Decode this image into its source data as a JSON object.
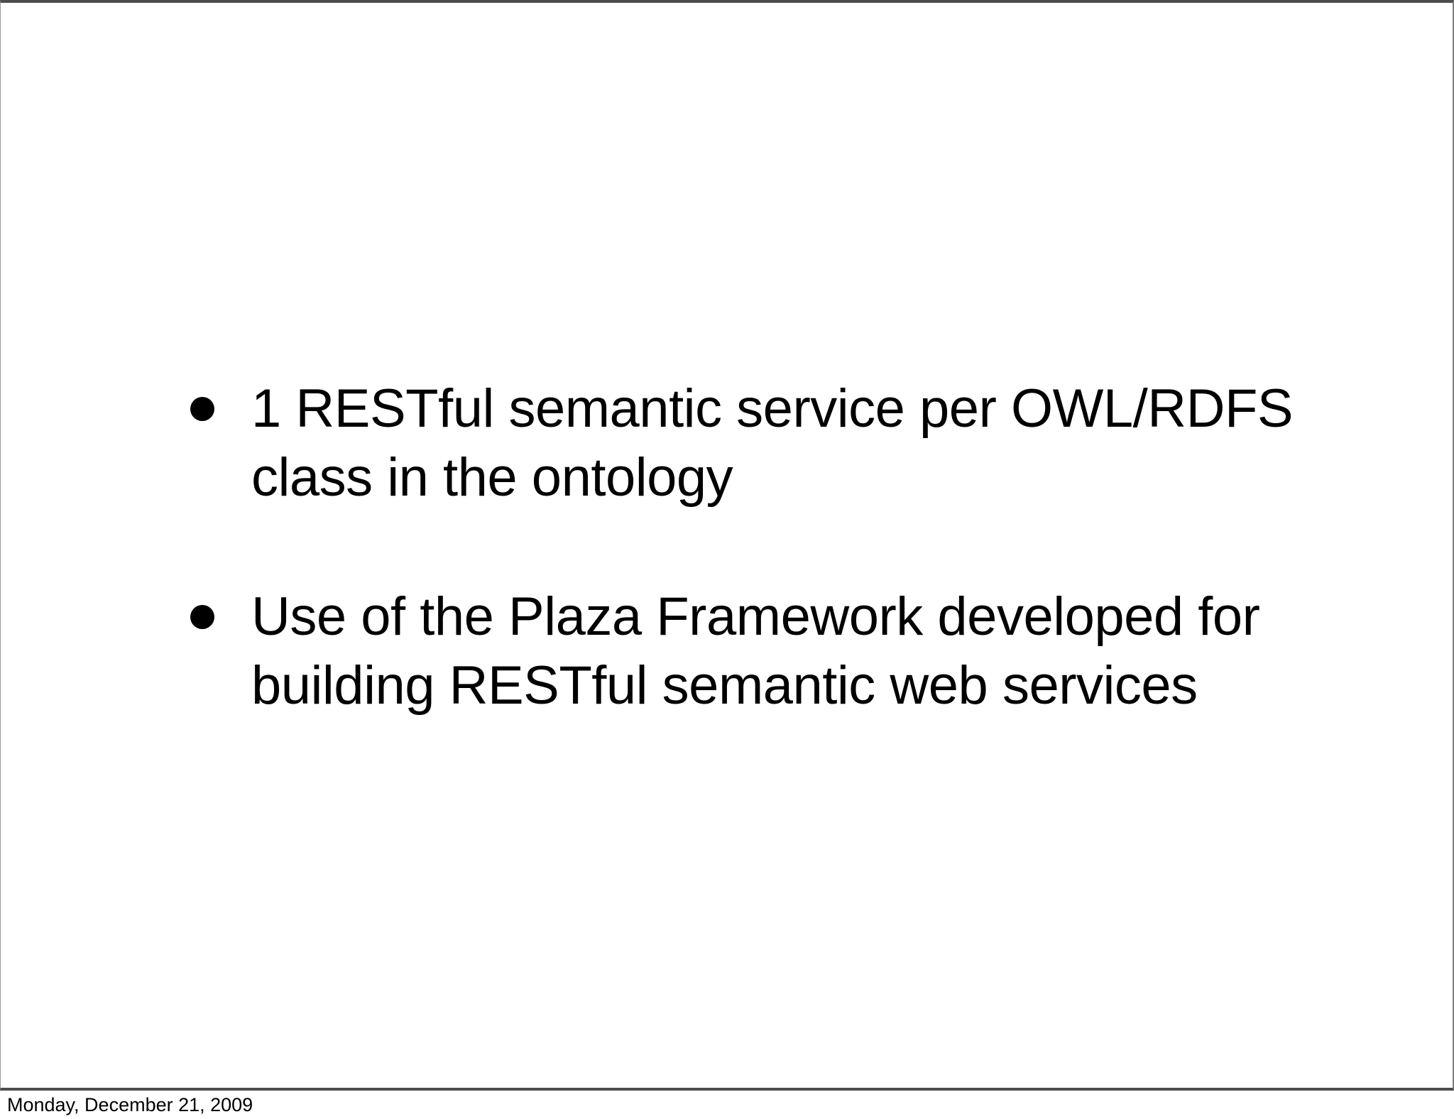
{
  "slide": {
    "bullets": [
      {
        "text": "1 RESTful semantic service per OWL/RDFS\nclass in the ontology"
      },
      {
        "text": "Use of the Plaza Framework developed for\nbuilding RESTful semantic web services"
      }
    ]
  },
  "footer": {
    "date": "Monday, December 21, 2009"
  },
  "colors": {
    "background": "#ffffff",
    "text": "#000000",
    "border_top_bottom": "#4d4d4d",
    "border_sides": "#8a8a8a"
  }
}
